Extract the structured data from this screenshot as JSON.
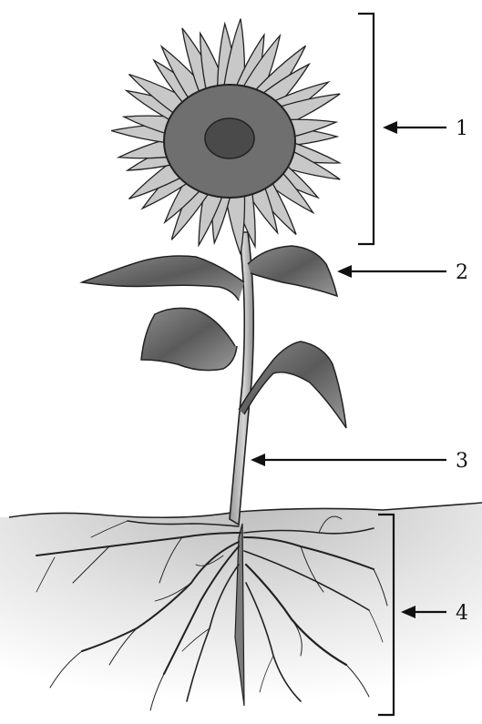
{
  "diagram": {
    "labels": [
      {
        "id": "flower",
        "text": "1"
      },
      {
        "id": "leaf",
        "text": "2"
      },
      {
        "id": "stem",
        "text": "3"
      },
      {
        "id": "roots",
        "text": "4"
      }
    ]
  }
}
